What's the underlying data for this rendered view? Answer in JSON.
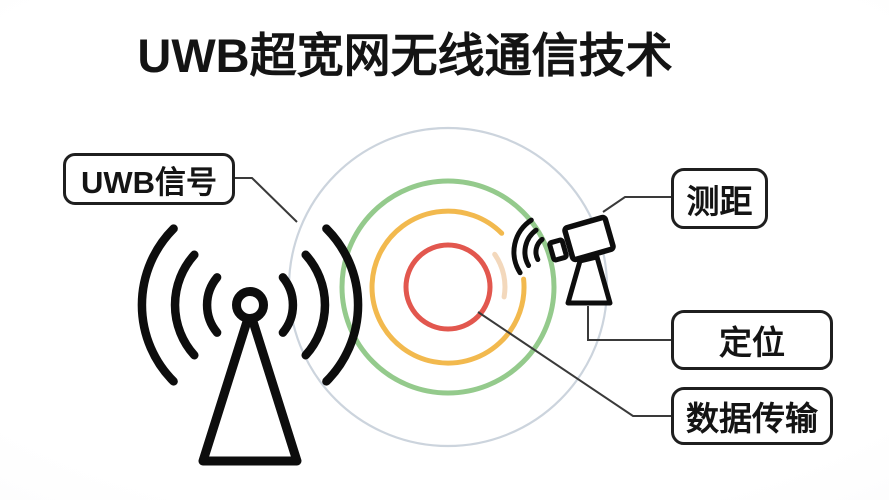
{
  "title": "UWB超宽网无线通信技术",
  "labels": {
    "signal": "UWB信号",
    "ranging": "测距",
    "positioning": "定位",
    "data_transmission": "数据传输"
  },
  "colors": {
    "ink": "#141414",
    "ring_red": "#e2574e",
    "ring_orange": "#f2b94e",
    "ring_green": "#94ca8c",
    "ring_gray": "#ccd4dd",
    "ring_faded": "#f3d8bc",
    "connector": "#3a3a3a",
    "icon_stroke": "#0d0d0d"
  },
  "icons": {
    "tower": "antenna-tower-icon",
    "tower_waves": "tower-signal-waves-icon",
    "camera": "anchor-camera-icon",
    "camera_waves": "camera-signal-waves-icon"
  }
}
